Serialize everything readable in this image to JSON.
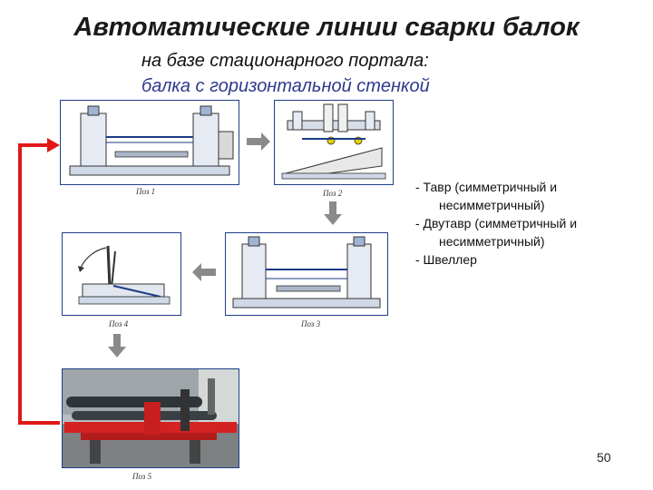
{
  "slide": {
    "title": "Автоматические линии сварки балок",
    "subtitle_line1": "на базе стационарного портала:",
    "subtitle_line2": "балка с горизонтальной стенкой",
    "page_number": "50"
  },
  "captions": {
    "pos1": "Поз 1",
    "pos2": "Поз 2",
    "pos3": "Поз 3",
    "pos4": "Поз 4",
    "pos5": "Поз 5"
  },
  "beam_types": [
    "- Тавр (симметричный и",
    "несимметричный)",
    "- Двутавр (симметричный и",
    "несимметричный)",
    "- Швеллер"
  ],
  "colors": {
    "accent_red": "#e01818",
    "panel_border": "#1f3f8a",
    "title_blue": "#2d3a8c",
    "arrow_gray": "#8a8a8a"
  }
}
